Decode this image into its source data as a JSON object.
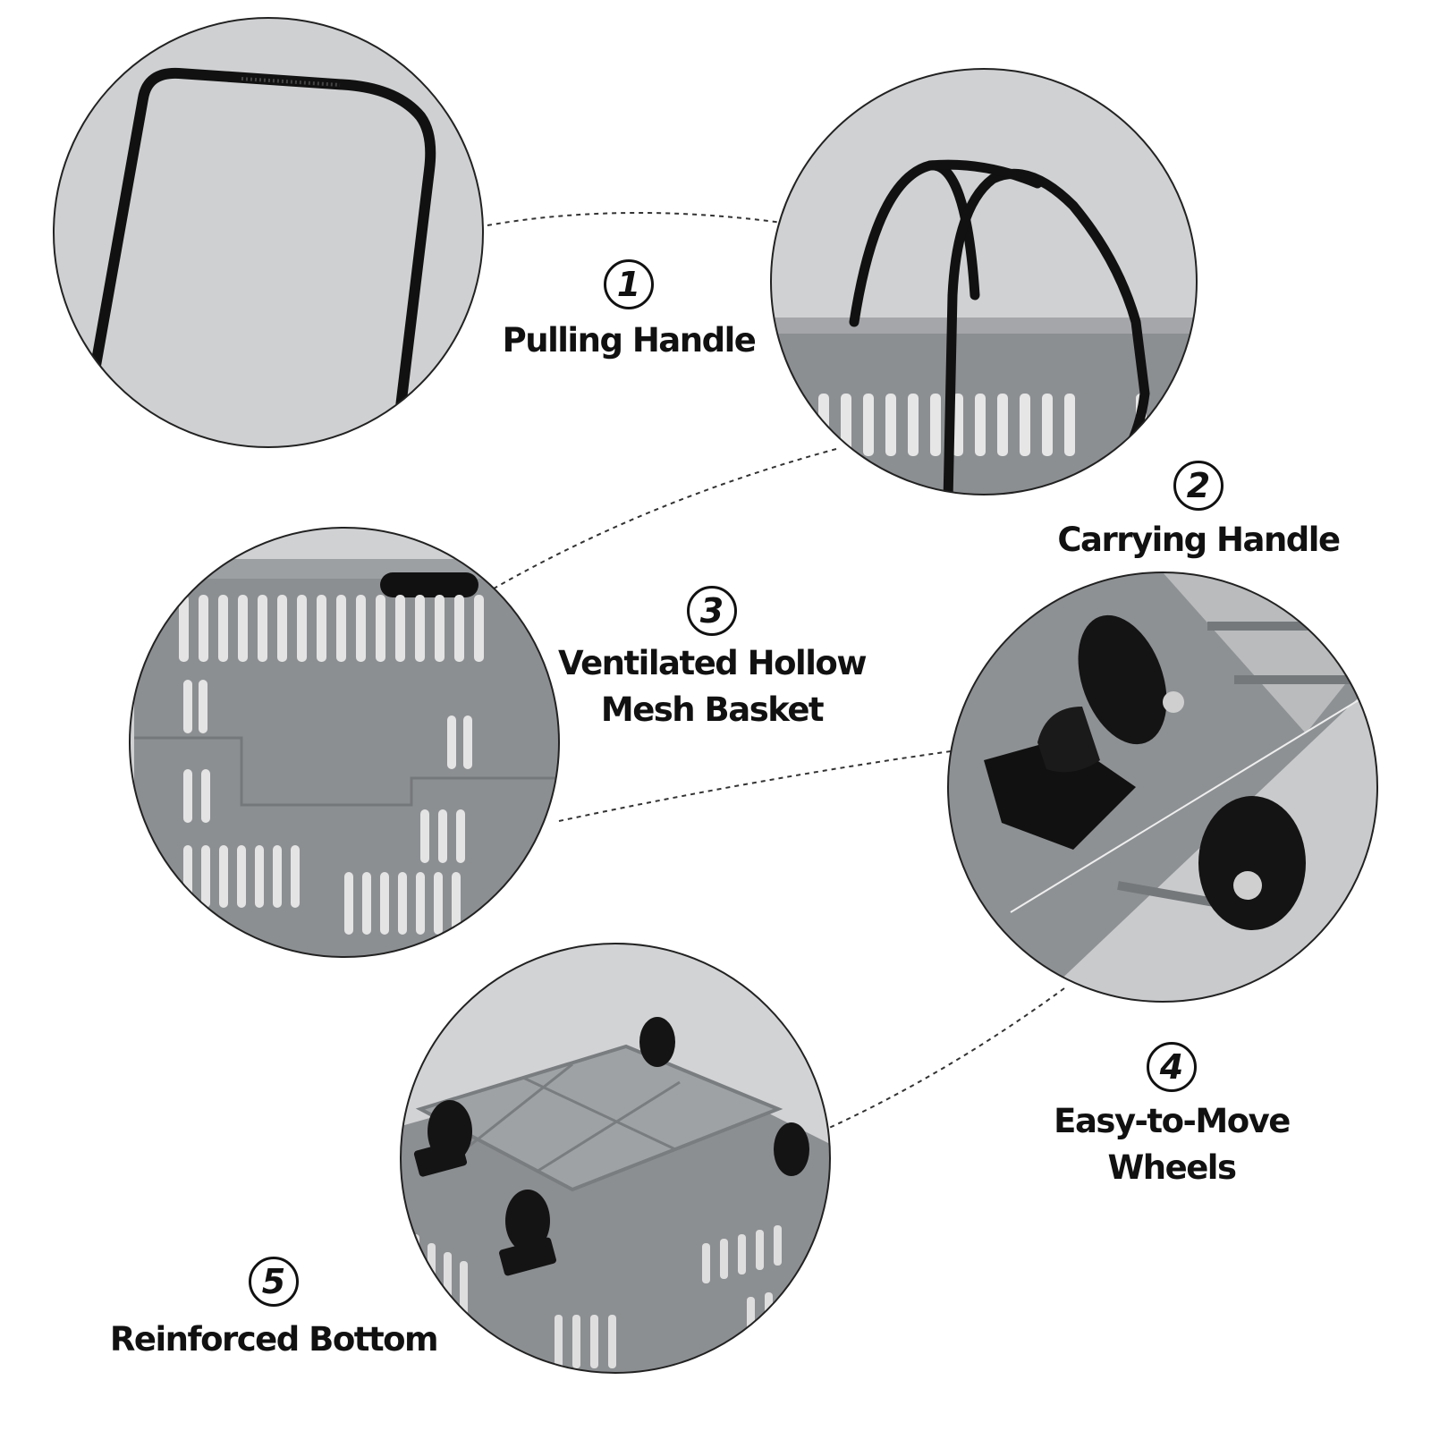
{
  "features": [
    {
      "number": "1",
      "lines": [
        "Pulling Handle"
      ]
    },
    {
      "number": "2",
      "lines": [
        "Carrying Handle"
      ]
    },
    {
      "number": "3",
      "lines": [
        "Ventilated Hollow",
        "Mesh Basket"
      ]
    },
    {
      "number": "4",
      "lines": [
        "Easy-to-Move",
        "Wheels"
      ]
    },
    {
      "number": "5",
      "lines": [
        "Reinforced Bottom"
      ]
    }
  ],
  "colors": {
    "basket": "#8c8f92",
    "basket_dark": "#6b6e71",
    "background_photo": "#d4d5d7",
    "handle": "#111111",
    "ink": "#111111"
  }
}
